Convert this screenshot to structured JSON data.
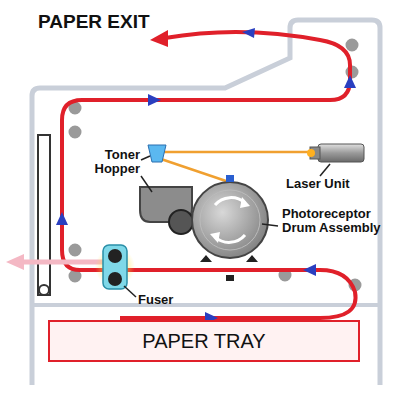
{
  "diagram": {
    "nodes": [
      {
        "text": [
          "PAPER TRAY"
        ]
      }
    ],
    "labels": [
      "PAPER EXIT",
      "Toner Hopper",
      "Laser Unit",
      "Photoreceptor Drum Assembly",
      "Fuser"
    ]
  }
}
